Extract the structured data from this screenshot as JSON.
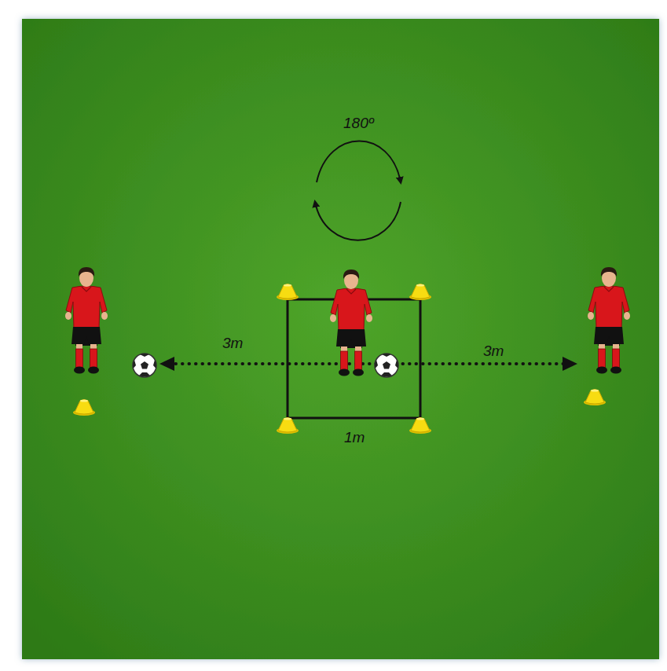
{
  "diagram": {
    "labels": [
      "180º",
      "3m",
      "3m",
      "1m"
    ]
  }
}
